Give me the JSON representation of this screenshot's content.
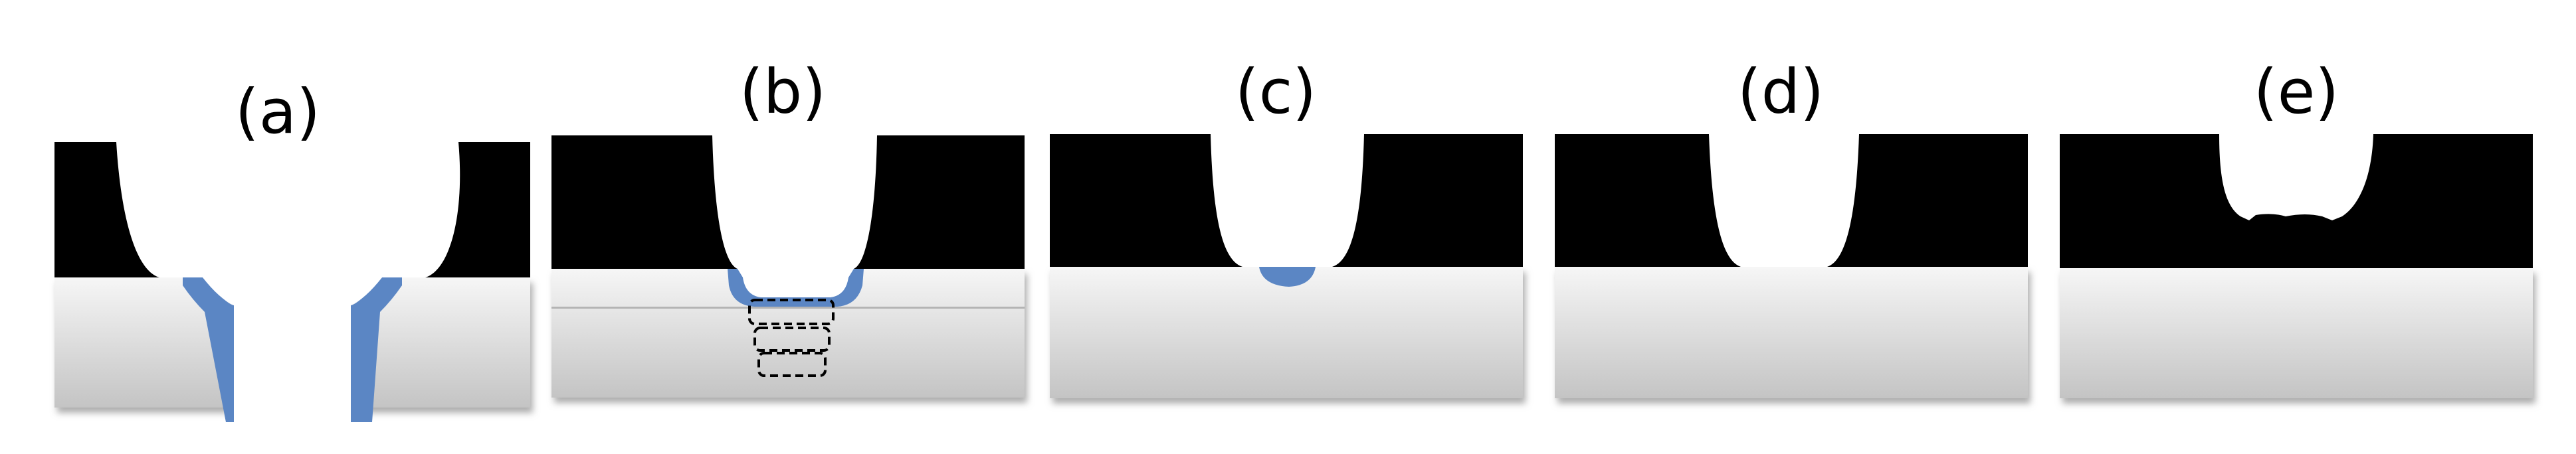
{
  "colors": {
    "mask": "#000000",
    "cavity": "#ffffff",
    "residue": "#5b86c4",
    "substrate_top": "#f6f6f6",
    "substrate_bottom": "#c4c4c4",
    "panel_shadow": "#9c9c9c"
  },
  "panels": [
    {
      "id": "a",
      "label": "(a)"
    },
    {
      "id": "b",
      "label": "(b)"
    },
    {
      "id": "c",
      "label": "(c)"
    },
    {
      "id": "d",
      "label": "(d)"
    },
    {
      "id": "e",
      "label": "(e)"
    }
  ]
}
